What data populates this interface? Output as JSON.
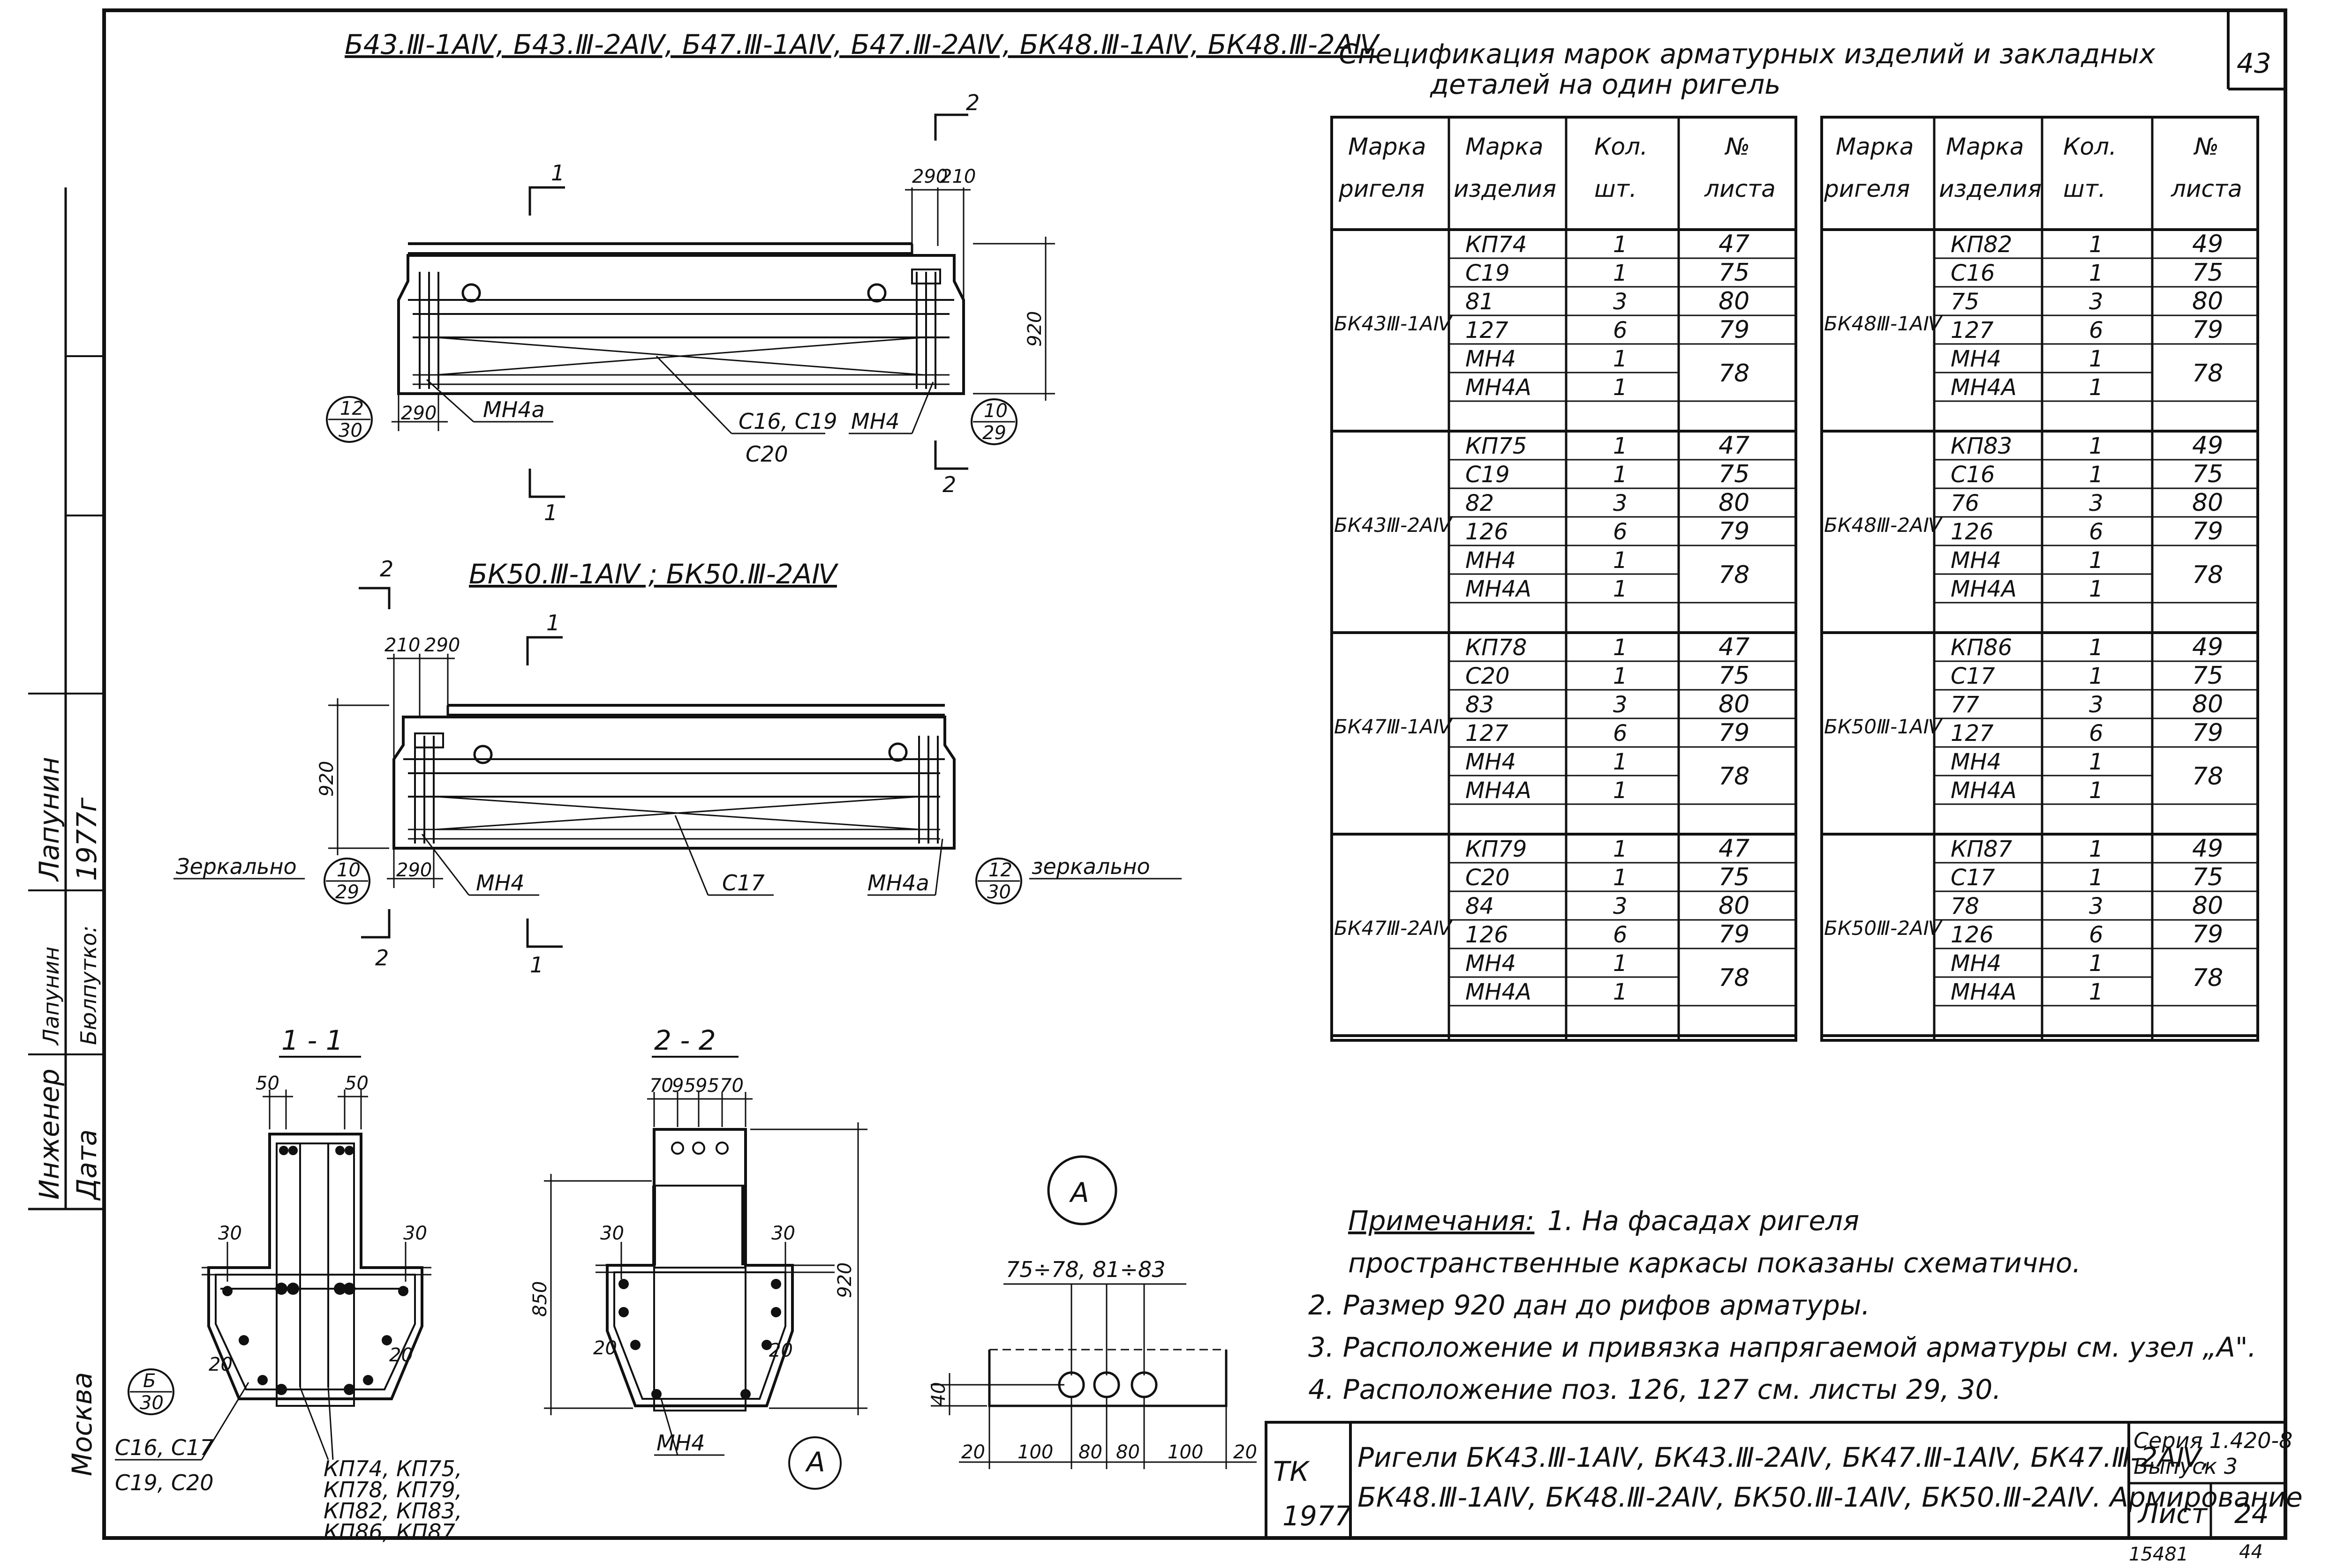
{
  "sheet": {
    "page_number": "43",
    "approval": {
      "engineer_label": "Инженер",
      "engineer_name": "Лапунин",
      "date_label": "Дата",
      "date_value": "1977г",
      "extra_label": "Бюлпутко:",
      "signature": "Лапунин",
      "city": "Москва"
    }
  },
  "elevations": {
    "top_title": "Б43.Ⅲ-1АⅣ, Б43.Ⅲ-2АⅣ, Б47.Ⅲ-1АⅣ, Б47.Ⅲ-2АⅣ, БК48.Ⅲ-1АⅣ, БК48.Ⅲ-2АⅣ",
    "bottom_title": "БК50.Ⅲ-1АⅣ ; БК50.Ⅲ-2АⅣ",
    "top": {
      "cut1": "1",
      "cut2": "2",
      "dim_290": "290",
      "dim_210": "210",
      "dim_920": "920",
      "dim_290_left": "290",
      "node_left_top": "12",
      "node_left_bottom": "30",
      "node_right_top": "10",
      "node_right_bottom": "29",
      "label_mh4a": "МН4а",
      "label_c16": "С16, С19",
      "label_c20": "С20",
      "label_mh4": "МН4"
    },
    "bottom": {
      "cut1": "1",
      "cut2": "2",
      "dim_210": "210",
      "dim_290": "290",
      "dim_920": "920",
      "dim_290_left": "290",
      "mirror_left": "Зеркально",
      "mirror_right": "зеркально",
      "node_left_top": "10",
      "node_left_bottom": "29",
      "node_right_top": "12",
      "node_right_bottom": "30",
      "label_mh4": "МН4",
      "label_c17": "С17",
      "label_mh4a": "МН4а"
    }
  },
  "sections": {
    "s11": {
      "title": "1 - 1",
      "dim_50_left": "50",
      "dim_50_right": "50",
      "dim_30_left": "30",
      "dim_30_right": "30",
      "dim_20_left": "20",
      "dim_20_right": "20",
      "node_top": "Б",
      "node_bottom": "30",
      "label_c16": "С16, С17",
      "label_c19": "С19, С20",
      "label_kp_1": "КП74, КП75,",
      "label_kp_2": "КП78, КП79,",
      "label_kp_3": "КП82, КП83,",
      "label_kp_4": "КП86, КП87"
    },
    "s22": {
      "title": "2 - 2",
      "dims_top": [
        "70",
        "95",
        "95",
        "70"
      ],
      "dim_30_left": "30",
      "dim_30_right": "30",
      "dim_20_left": "20",
      "dim_20_right": "20",
      "dim_850": "850",
      "dim_920": "920",
      "label_mh4": "МН4",
      "node": "А"
    },
    "nodeA": {
      "title": "А",
      "label_range": "75÷78, 81÷83",
      "dim_40": "40",
      "dims_bottom": [
        "20",
        "100",
        "80",
        "80",
        "100",
        "20"
      ]
    }
  },
  "spec": {
    "title_line1": "Спецификация марок арматурных изделий и закладных",
    "title_line2": "деталей на один ригель",
    "headers": {
      "col1": [
        "Марка",
        "ригеля"
      ],
      "col2": [
        "Марка",
        "изделия"
      ],
      "col3": [
        "Кол.",
        "шт."
      ],
      "col4": [
        "№",
        "листа"
      ]
    },
    "left_groups": [
      {
        "mark": "БК43Ⅲ-1АⅣ",
        "items": [
          "КП74",
          "С19",
          "81",
          "127",
          "МН4",
          "МН4А"
        ],
        "qty": [
          "1",
          "1",
          "3",
          "6",
          "1",
          "1"
        ],
        "sheets": [
          "47",
          "75",
          "80",
          "79",
          "78"
        ]
      },
      {
        "mark": "БК43Ⅲ-2АⅣ",
        "items": [
          "КП75",
          "С19",
          "82",
          "126",
          "МН4",
          "МН4А"
        ],
        "qty": [
          "1",
          "1",
          "3",
          "6",
          "1",
          "1"
        ],
        "sheets": [
          "47",
          "75",
          "80",
          "79",
          "78"
        ]
      },
      {
        "mark": "БК47Ⅲ-1АⅣ",
        "items": [
          "КП78",
          "С20",
          "83",
          "127",
          "МН4",
          "МН4А"
        ],
        "qty": [
          "1",
          "1",
          "3",
          "6",
          "1",
          "1"
        ],
        "sheets": [
          "47",
          "75",
          "80",
          "79",
          "78"
        ]
      },
      {
        "mark": "БК47Ⅲ-2АⅣ",
        "items": [
          "КП79",
          "С20",
          "84",
          "126",
          "МН4",
          "МН4А"
        ],
        "qty": [
          "1",
          "1",
          "3",
          "6",
          "1",
          "1"
        ],
        "sheets": [
          "47",
          "75",
          "80",
          "79",
          "78"
        ]
      }
    ],
    "right_groups": [
      {
        "mark": "БК48Ⅲ-1АⅣ",
        "items": [
          "КП82",
          "С16",
          "75",
          "127",
          "МН4",
          "МН4А"
        ],
        "qty": [
          "1",
          "1",
          "3",
          "6",
          "1",
          "1"
        ],
        "sheets": [
          "49",
          "75",
          "80",
          "79",
          "78"
        ]
      },
      {
        "mark": "БК48Ⅲ-2АⅣ",
        "items": [
          "КП83",
          "С16",
          "76",
          "126",
          "МН4",
          "МН4А"
        ],
        "qty": [
          "1",
          "1",
          "3",
          "6",
          "1",
          "1"
        ],
        "sheets": [
          "49",
          "75",
          "80",
          "79",
          "78"
        ]
      },
      {
        "mark": "БК50Ⅲ-1АⅣ",
        "items": [
          "КП86",
          "С17",
          "77",
          "127",
          "МН4",
          "МН4А"
        ],
        "qty": [
          "1",
          "1",
          "3",
          "6",
          "1",
          "1"
        ],
        "sheets": [
          "49",
          "75",
          "80",
          "79",
          "78"
        ]
      },
      {
        "mark": "БК50Ⅲ-2АⅣ",
        "items": [
          "КП87",
          "С17",
          "78",
          "126",
          "МН4",
          "МН4А"
        ],
        "qty": [
          "1",
          "1",
          "3",
          "6",
          "1",
          "1"
        ],
        "sheets": [
          "49",
          "75",
          "80",
          "79",
          "78"
        ]
      }
    ]
  },
  "notes": {
    "heading": "Примечания:",
    "lines": [
      "1. На фасадах ригеля",
      "пространственные каркасы показаны схематично.",
      "2. Размер 920 дан до рифов арматуры.",
      "3. Расположение и привязка напрягаемой арматуры см. узел „А\".",
      "4. Расположение поз. 126, 127 см. листы 29, 30."
    ]
  },
  "title_block": {
    "logo": "ТК",
    "year": "1977",
    "title_line1": "Ригели БК43.Ⅲ-1АⅣ, БК43.Ⅲ-2АⅣ, БК47.Ⅲ-1АⅣ, БК47.Ⅲ-2АⅣ,",
    "title_line2": "БК48.Ⅲ-1АⅣ, БК48.Ⅲ-2АⅣ, БК50.Ⅲ-1АⅣ, БК50.Ⅲ-2АⅣ. Армирование",
    "series": "Серия 1.420-8",
    "issue": "Выпуск 3",
    "sheet_label": "Лист",
    "sheet_value": "24",
    "inv": "15481",
    "format": "44"
  }
}
